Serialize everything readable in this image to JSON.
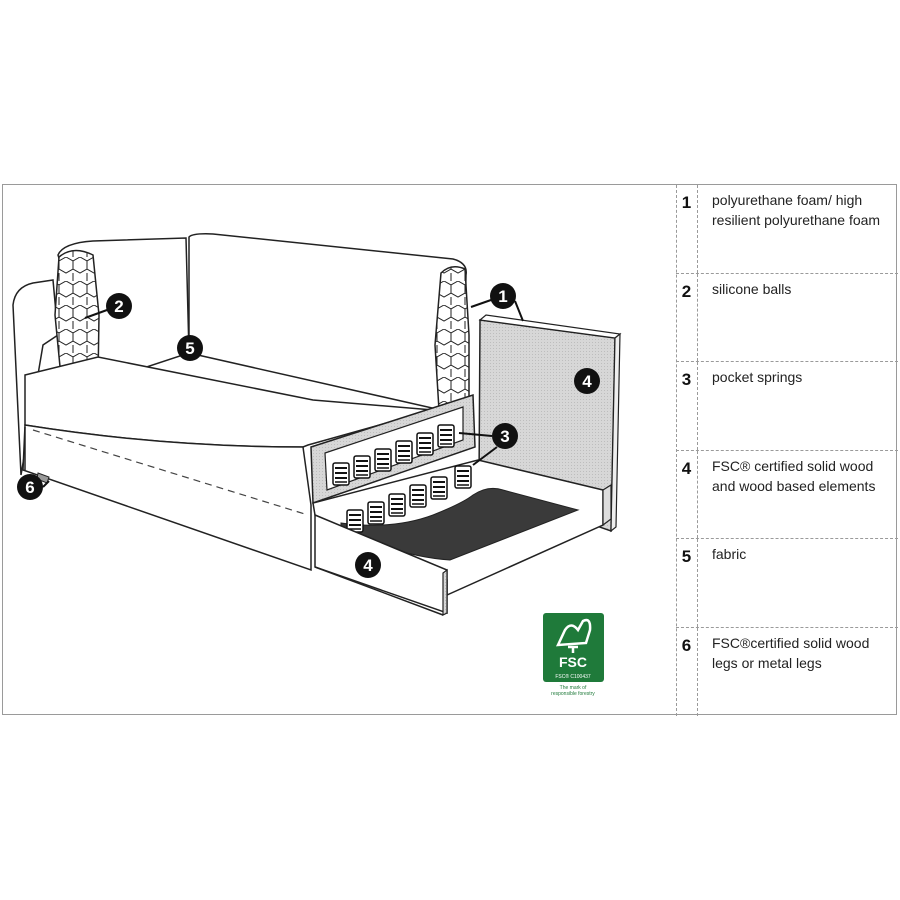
{
  "legend": [
    {
      "num": "1",
      "text": "polyurethane foam/ high resilient polyurethane foam"
    },
    {
      "num": "2",
      "text": "silicone balls"
    },
    {
      "num": "3",
      "text": "pocket springs"
    },
    {
      "num": "4",
      "text": "FSC® certified solid wood and wood based elements"
    },
    {
      "num": "5",
      "text": "fabric"
    },
    {
      "num": "6",
      "text": "FSC®certified solid wood legs or metal legs"
    }
  ],
  "callouts": {
    "c1": "1",
    "c2": "2",
    "c3": "3",
    "c4a": "4",
    "c4b": "4",
    "c5": "5",
    "c6": "6"
  },
  "fsc_logo": {
    "name": "FSC",
    "code": "FSC® C100437",
    "tagline_1": "The mark of",
    "tagline_2": "responsible forestry",
    "color": "#1f7a3a"
  }
}
